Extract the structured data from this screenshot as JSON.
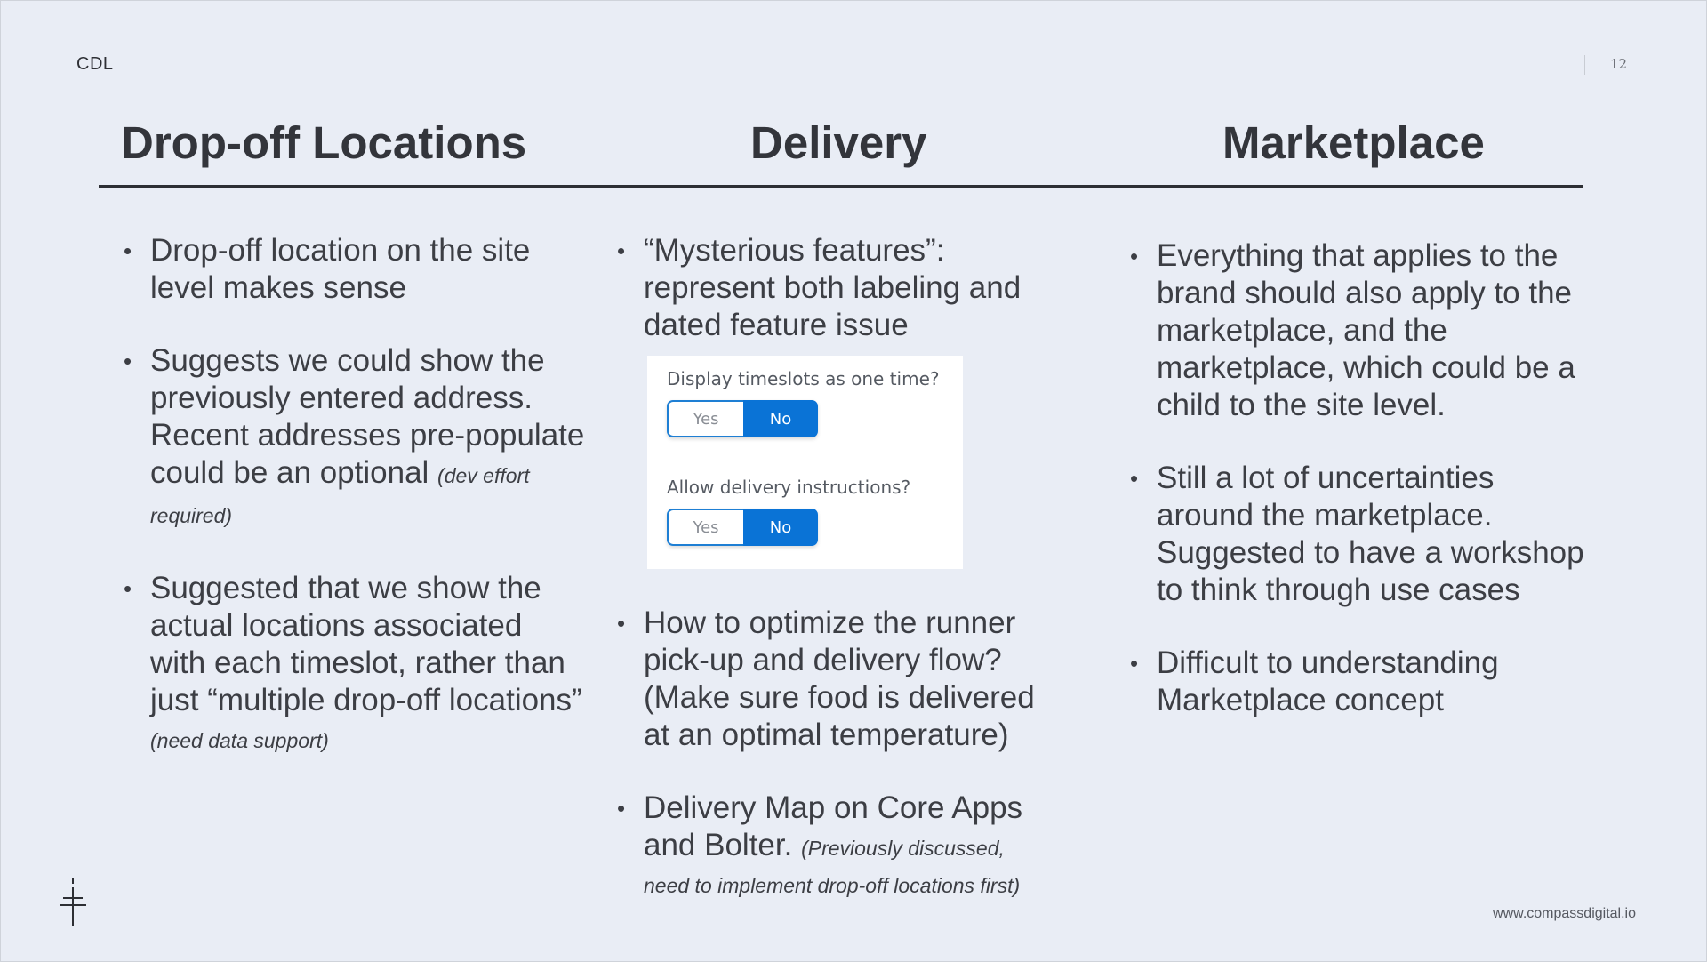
{
  "header": {
    "brand": "CDL",
    "page_number": "12"
  },
  "columns": [
    {
      "title": "Drop-off Locations",
      "bullets": [
        {
          "text": "Drop-off location on the site level makes sense",
          "note": ""
        },
        {
          "text": "Suggests we could show the previously entered address. Recent addresses pre-populate could be an optional",
          "note": "(dev effort required)"
        },
        {
          "text": "Suggested that we show the actual locations associated with each timeslot, rather than just “multiple drop-off locations”",
          "note": "(need data support)"
        }
      ]
    },
    {
      "title": "Delivery",
      "bullets": [
        {
          "text": "“Mysterious features”: represent both labeling and dated feature issue",
          "note": ""
        },
        {
          "text": "How to optimize the runner pick-up and delivery flow? (Make sure food is delivered at an optimal temperature)",
          "note": ""
        },
        {
          "text": "Delivery Map on Core Apps and Bolter.",
          "note": "(Previously discussed, need to implement drop-off locations first)"
        }
      ],
      "mockup": {
        "question_1": "Display timeslots as one time?",
        "question_2": "Allow delivery instructions?",
        "yes_label": "Yes",
        "no_label": "No",
        "selected": "No",
        "accent_color": "#0a73d6"
      }
    },
    {
      "title": "Marketplace",
      "bullets": [
        {
          "text": "Everything that applies to the brand should also apply to the marketplace, and the marketplace, which could be a child to the site level.",
          "note": ""
        },
        {
          "text": "Still a lot of uncertainties around the marketplace. Suggested to have a workshop to think through use cases",
          "note": ""
        },
        {
          "text": "Difficult to understanding Marketplace concept",
          "note": ""
        }
      ]
    }
  ],
  "footer": {
    "url": "www.compassdigital.io",
    "logo_icon": "compass-logo-icon"
  }
}
